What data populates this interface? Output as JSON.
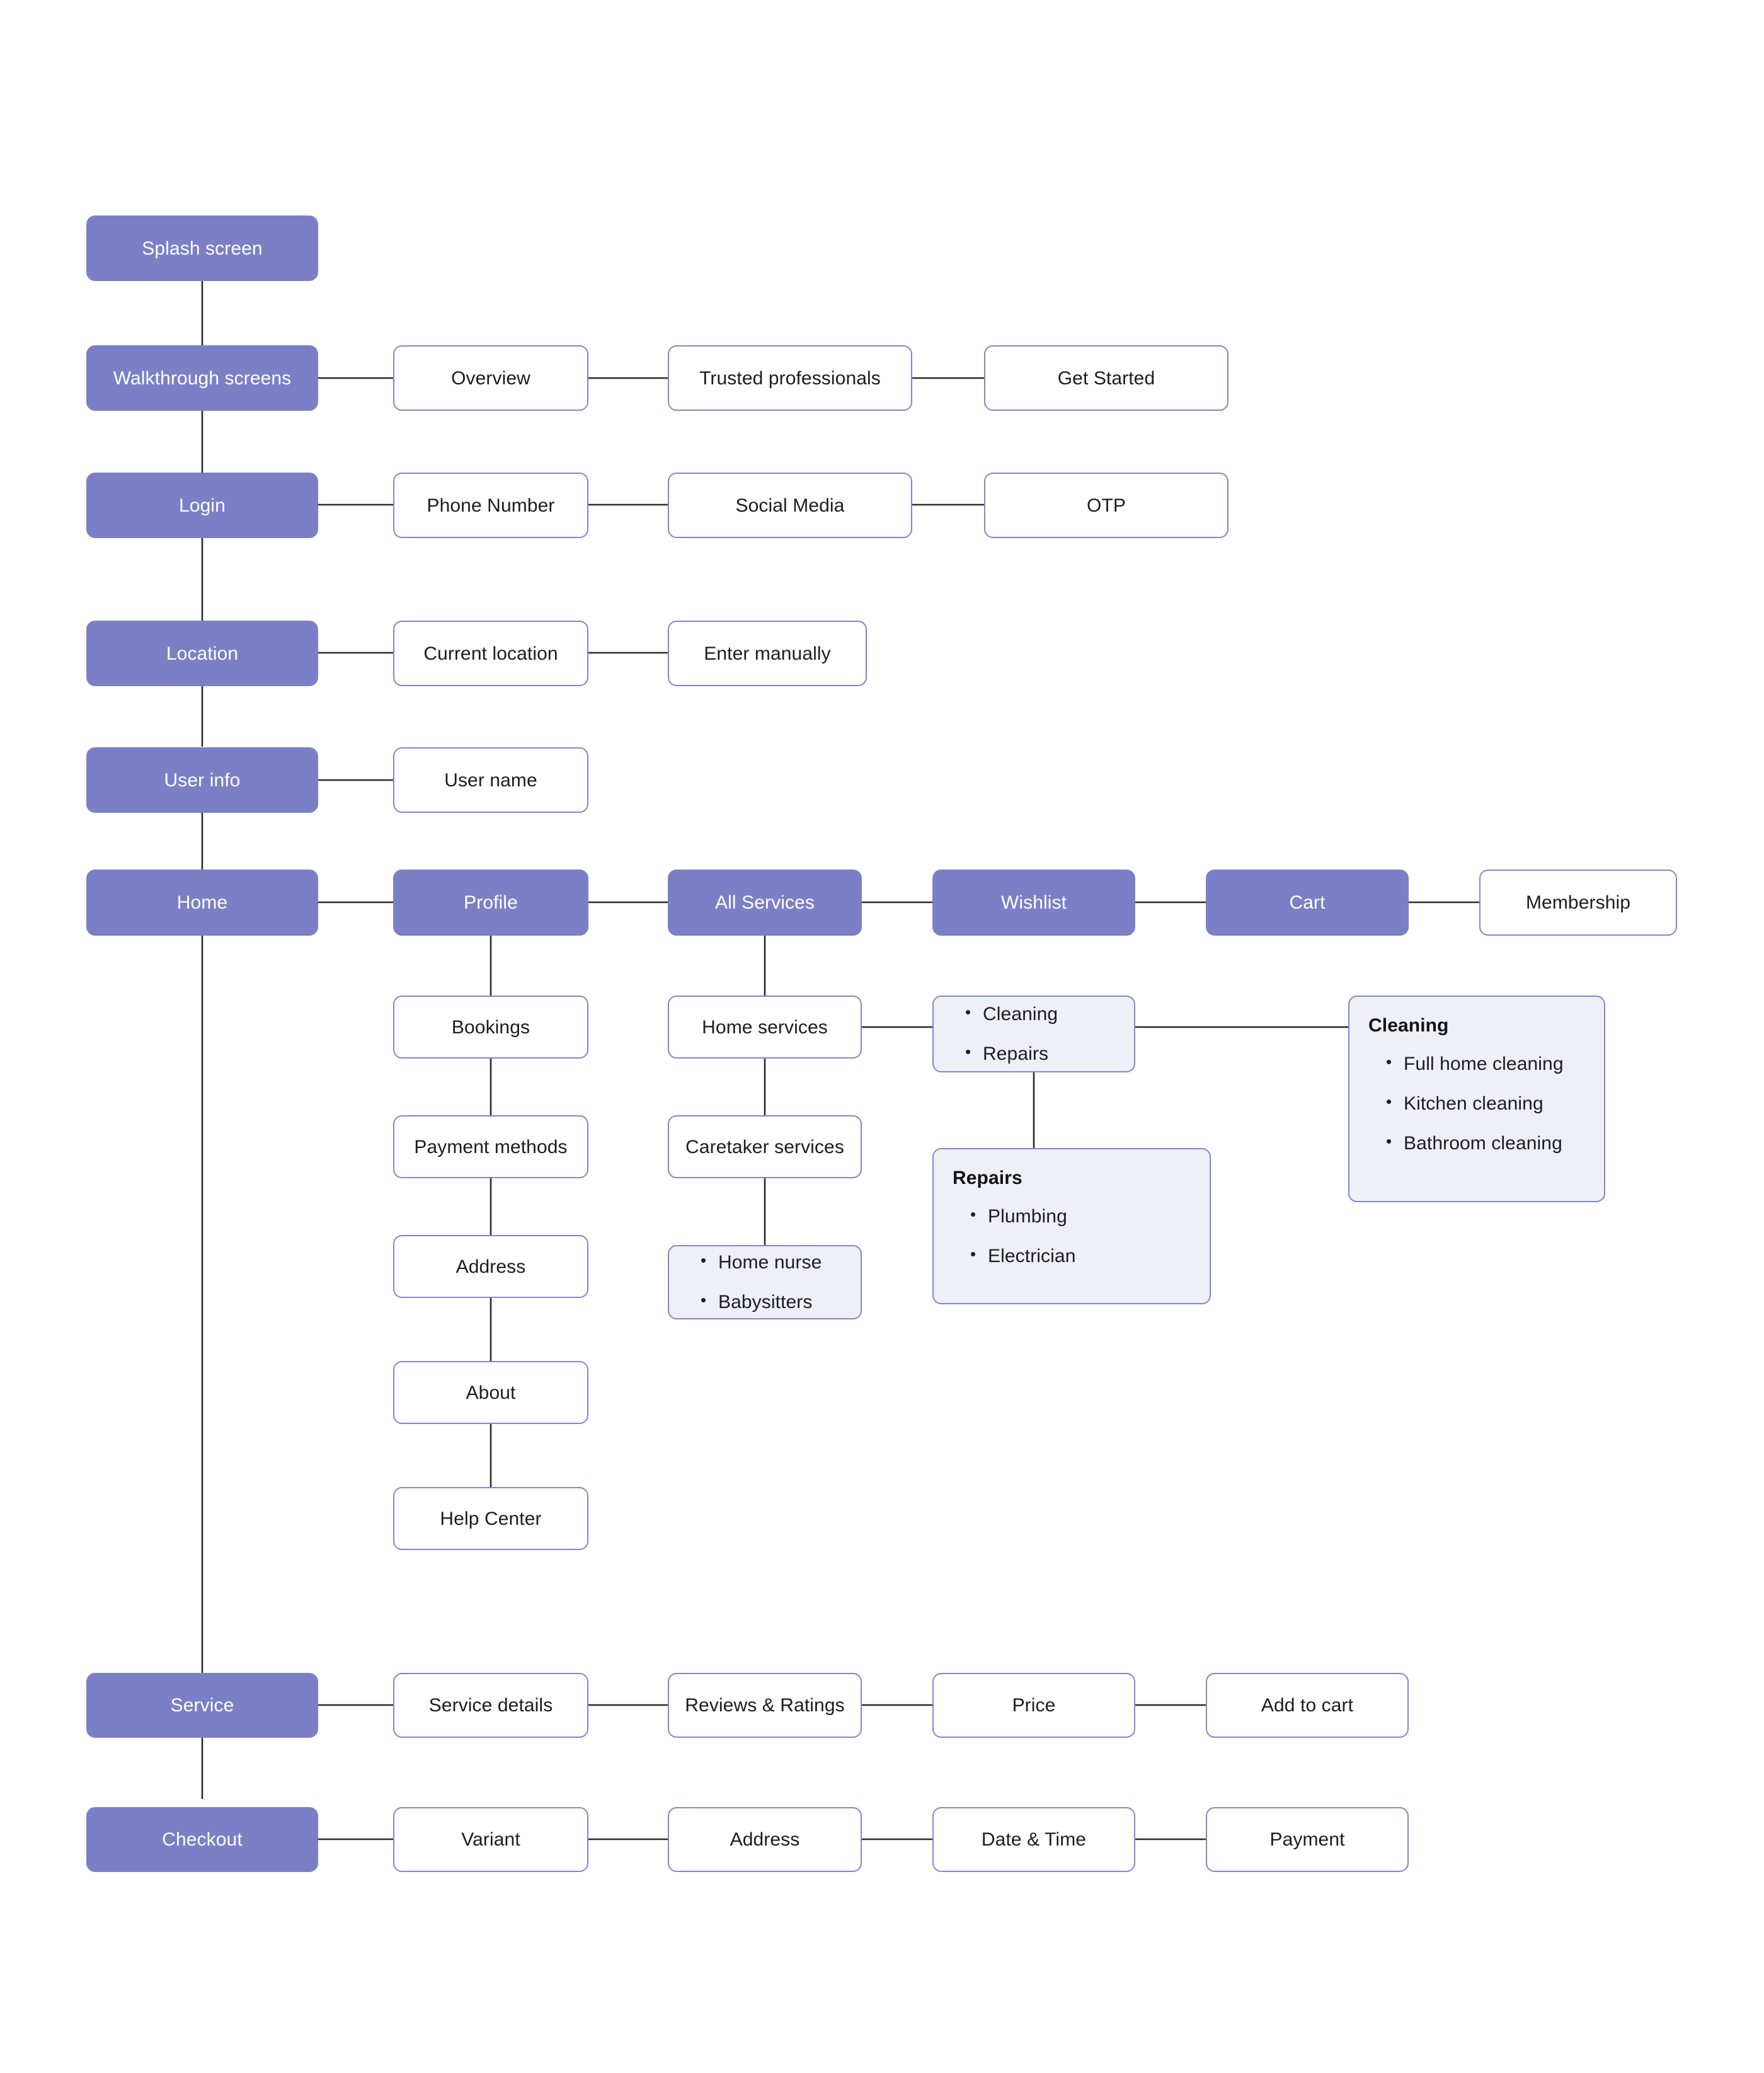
{
  "meta": {
    "diagram_title": "Home services app user flow sitemap",
    "colors": {
      "primary_fill": "#7b80c6",
      "primary_text": "#ffffff",
      "outline_border": "#8287c9",
      "outline_fill": "#ffffff",
      "list_fill": "#eef0f7",
      "connector": "#2b2b2b",
      "body_text": "#1c1c21",
      "background": "#ffffff"
    }
  },
  "nodes": {
    "splash_screen": "Splash screen",
    "walkthrough_screens": "Walkthrough screens",
    "overview": "Overview",
    "trusted_professionals": "Trusted professionals",
    "get_started": "Get Started",
    "login": "Login",
    "phone_number": "Phone Number",
    "social_media": "Social Media",
    "otp": "OTP",
    "location": "Location",
    "current_location": "Current location",
    "enter_manually": "Enter manually",
    "user_info": "User info",
    "user_name": "User name",
    "home": "Home",
    "profile": "Profile",
    "all_services": "All Services",
    "wishlist": "Wishlist",
    "cart": "Cart",
    "membership": "Membership",
    "bookings": "Bookings",
    "payment_methods": "Payment methods",
    "address_profile": "Address",
    "about": "About",
    "help_center": "Help Center",
    "home_services": "Home services",
    "caretaker_services": "Caretaker services",
    "service": "Service",
    "service_details": "Service details",
    "reviews_ratings": "Reviews & Ratings",
    "price": "Price",
    "add_to_cart": "Add to cart",
    "checkout": "Checkout",
    "variant": "Variant",
    "address_checkout": "Address",
    "date_time": "Date & Time",
    "payment": "Payment"
  },
  "list_nodes": {
    "service_categories": {
      "title": "",
      "items": [
        "Cleaning",
        "Repairs"
      ]
    },
    "caretaker_list": {
      "title": "",
      "items": [
        "Home nurse",
        "Babysitters"
      ]
    },
    "cleaning_detail": {
      "title": "Cleaning",
      "items": [
        "Full home cleaning",
        "Kitchen cleaning",
        "Bathroom cleaning"
      ]
    },
    "repairs_detail": {
      "title": "Repairs",
      "items": [
        "Plumbing",
        "Electrician"
      ]
    }
  }
}
